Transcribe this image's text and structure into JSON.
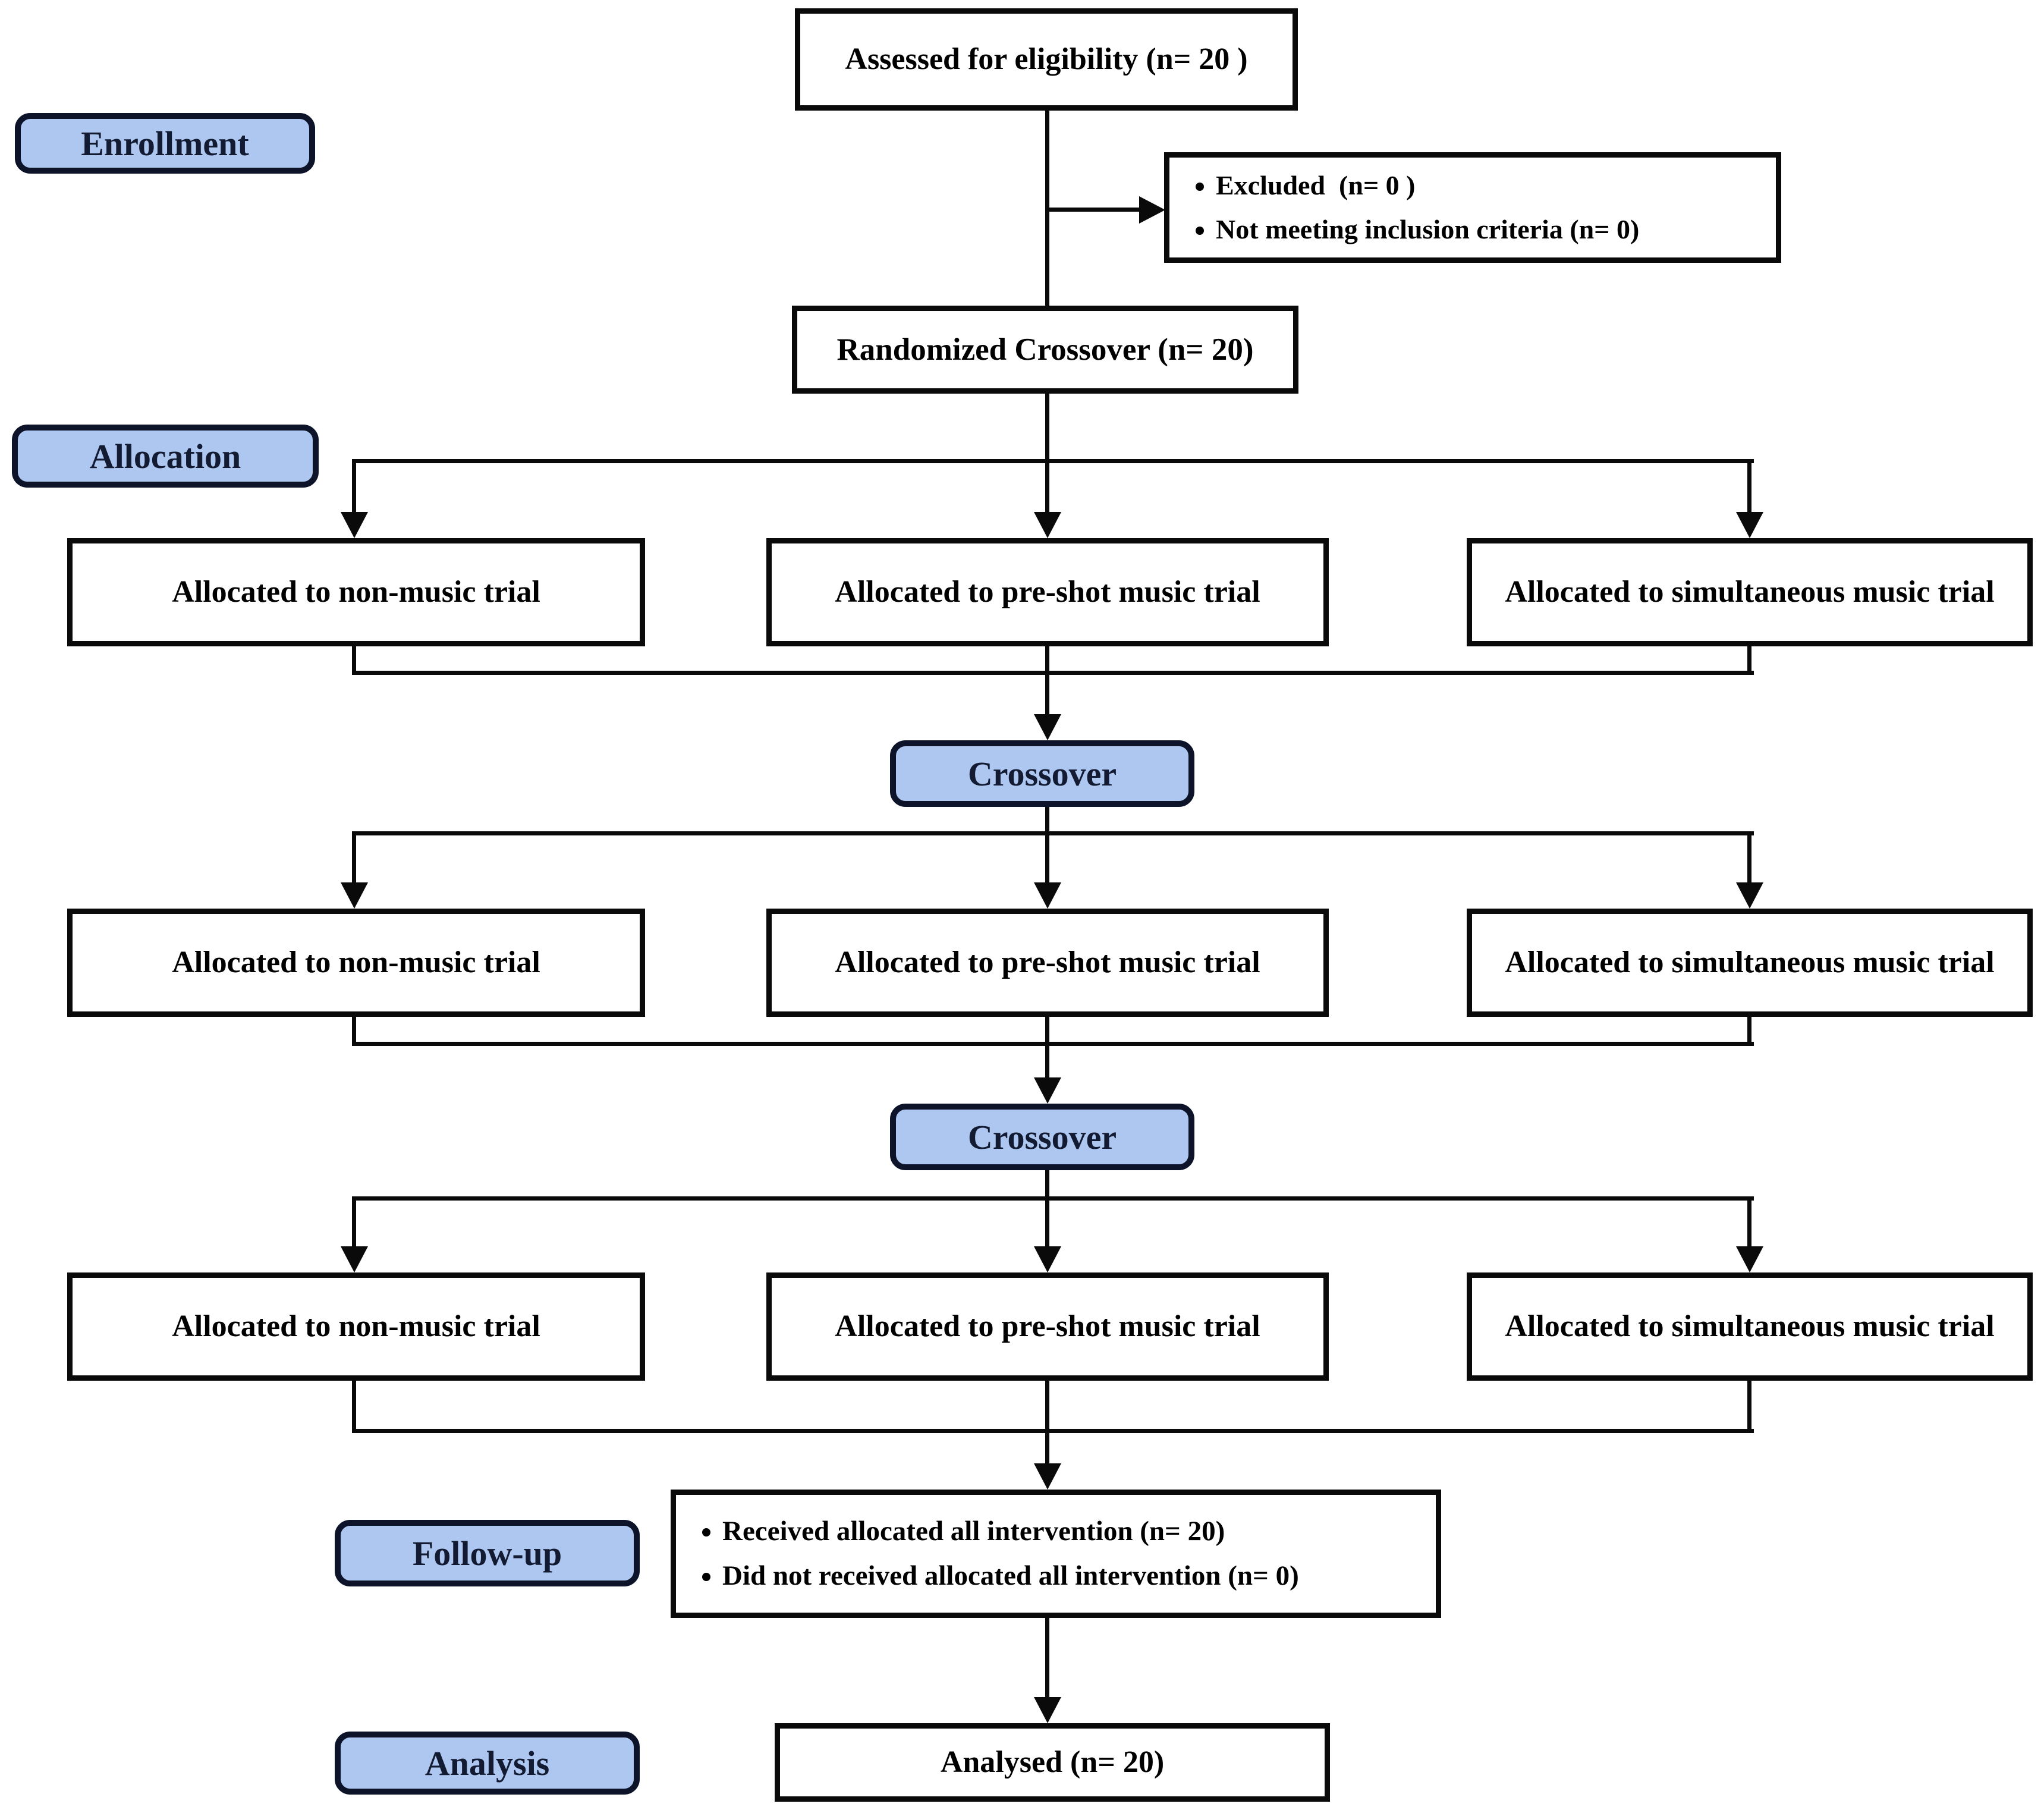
{
  "flow": {
    "eligibility_label": "Assessed for eligibility (n= 20 )",
    "excluded_items": [
      "Excluded  (n= 0 )",
      "Not meeting inclusion criteria (n= 0)"
    ],
    "randomized_label": "Randomized Crossover (n= 20)",
    "stages": {
      "enrollment": "Enrollment",
      "allocation": "Allocation",
      "crossover_1": "Crossover",
      "crossover_2": "Crossover",
      "followup": "Follow-up",
      "analysis": "Analysis"
    },
    "allocation_rows": [
      {
        "boxes": [
          "Allocated to non-music trial",
          "Allocated to pre-shot music trial",
          "Allocated to simultaneous music trial"
        ]
      },
      {
        "boxes": [
          "Allocated to non-music trial",
          "Allocated to pre-shot music trial",
          "Allocated to simultaneous music trial"
        ]
      },
      {
        "boxes": [
          "Allocated to non-music trial",
          "Allocated to pre-shot music trial",
          "Allocated to simultaneous music trial"
        ]
      }
    ],
    "followup_items": [
      "Received allocated all intervention (n= 20)",
      "Did not received allocated all intervention (n= 0)"
    ],
    "analysed_label": "Analysed  (n= 20)",
    "colors": {
      "stage_fill": "#aec7f0",
      "stage_border": "#0d1328",
      "stage_text": "#131b33",
      "box_border": "#0a0a0a",
      "line": "#0a0a0a",
      "background": "#ffffff"
    }
  }
}
